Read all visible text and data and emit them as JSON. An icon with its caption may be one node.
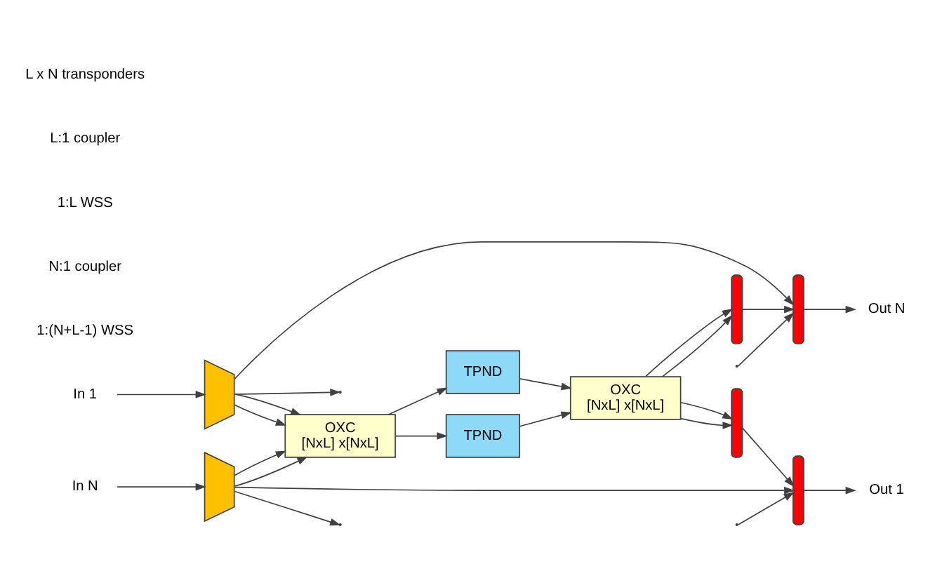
{
  "diagram": {
    "nodes": [
      {
        "text": [
          "In 1"
        ]
      },
      {
        "text": [],
        "shape": "trapezoid"
      },
      {
        "text": [
          "In N"
        ]
      },
      {
        "text": [],
        "shape": "trapezoid"
      },
      {
        "text": [],
        "shape": "bar"
      },
      {
        "text": [],
        "shape": "bar"
      },
      {
        "text": [
          "Out 1"
        ]
      },
      {
        "text": [
          "Out N"
        ]
      },
      {
        "text": [
          "OXC",
          "[NxL] x[NxL]"
        ]
      },
      {
        "text": [
          "OXC",
          "[NxL] x[NxL]"
        ]
      },
      {
        "text": [],
        "shape": "bar"
      },
      {
        "text": [],
        "shape": "bar"
      },
      {
        "text": [
          "TPND"
        ]
      },
      {
        "text": [
          "TPND"
        ]
      }
    ],
    "edges": [
      {
        "from": 0,
        "to": 1,
        "arrow": "to"
      },
      {
        "from": 2,
        "to": 3,
        "arrow": "to"
      },
      {
        "from": 1,
        "to": 5,
        "arrow": "to"
      },
      {
        "from": 1,
        "to": null,
        "arrow": "to"
      },
      {
        "from": 3,
        "to": 4,
        "arrow": "to"
      },
      {
        "from": 3,
        "to": null,
        "arrow": "to"
      },
      {
        "from": null,
        "to": 4,
        "arrow": "to"
      },
      {
        "from": null,
        "to": 5,
        "arrow": "to"
      },
      {
        "from": 1,
        "to": 8,
        "arrow": "to"
      },
      {
        "from": 1,
        "to": 8,
        "arrow": "to"
      },
      {
        "from": 3,
        "to": 8,
        "arrow": "to"
      },
      {
        "from": 3,
        "to": 8,
        "arrow": "to"
      },
      {
        "from": 8,
        "to": 12,
        "arrow": "to"
      },
      {
        "from": 8,
        "to": 13,
        "arrow": "to"
      },
      {
        "from": 12,
        "to": 9,
        "arrow": "to"
      },
      {
        "from": 13,
        "to": 9,
        "arrow": "to"
      },
      {
        "from": 9,
        "to": 10,
        "arrow": "to"
      },
      {
        "from": 9,
        "to": 10,
        "arrow": "to"
      },
      {
        "from": 9,
        "to": 11,
        "arrow": "to"
      },
      {
        "from": 9,
        "to": 11,
        "arrow": "to"
      },
      {
        "from": 10,
        "to": 4,
        "arrow": "to"
      },
      {
        "from": 11,
        "to": 5,
        "arrow": "to"
      },
      {
        "from": 4,
        "to": 6,
        "arrow": "to"
      },
      {
        "from": 5,
        "to": 7,
        "arrow": "to"
      }
    ],
    "labels": [
      "1:(N+L-1) WSS",
      "N:1 coupler",
      "1:L WSS",
      "L:1 coupler",
      "L x N transponders"
    ]
  }
}
